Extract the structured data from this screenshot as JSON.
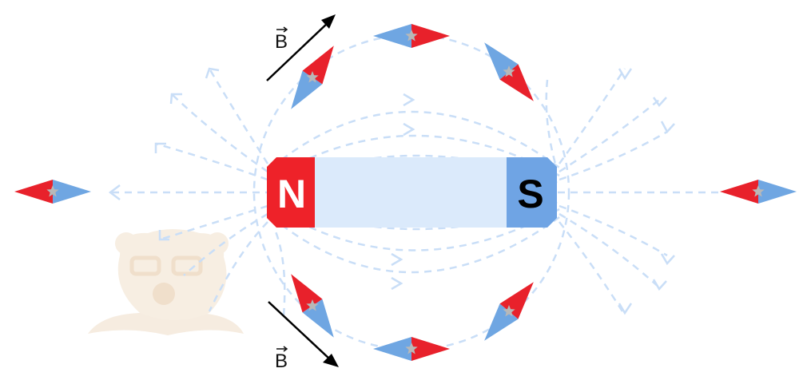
{
  "magnet": {
    "north_label": "N",
    "south_label": "S",
    "north_color": "#ee2229",
    "south_color": "#6fa4e4",
    "body_color": "#dbeafb",
    "north_text_color": "#ffffff",
    "south_text_color": "#000000"
  },
  "field_vectors": {
    "upper_label": "B",
    "lower_label": "B",
    "arrow_color": "#000000"
  },
  "field_lines": {
    "color": "#c9def7",
    "style": "dashed"
  },
  "compass": {
    "north_color": "#e8212b",
    "south_color": "#6fa6e2",
    "pivot_color": "#b8b8b8"
  },
  "watermark": {
    "description": "bear-with-glasses-logo",
    "color": "#f3e6d6"
  }
}
